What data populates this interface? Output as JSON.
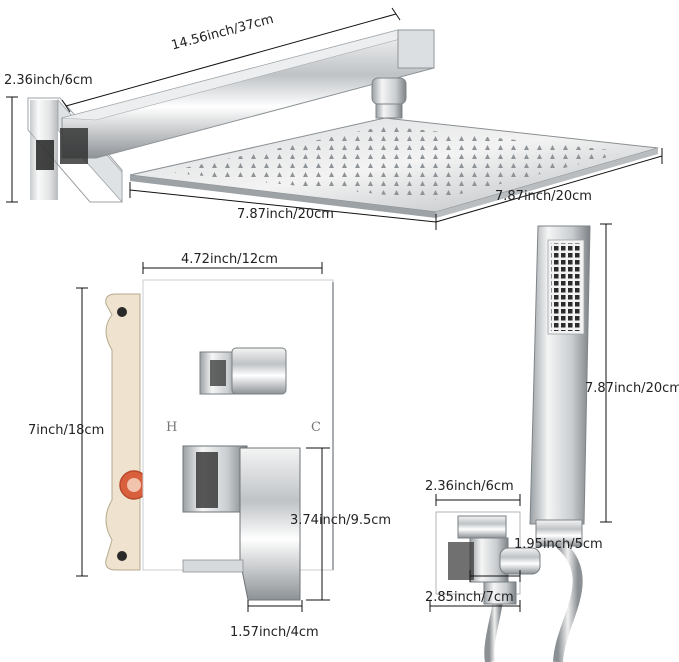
{
  "dimensions": {
    "arm_length": "14.56inch/37cm",
    "wall_plate_height": "2.36inch/6cm",
    "head_width": "7.87inch/20cm",
    "head_depth": "7.87inch/20cm",
    "valve_plate_width": "4.72inch/12cm",
    "valve_plate_height": "7inch/18cm",
    "handle_height": "3.74inch/9.5cm",
    "handle_width": "1.57inch/4cm",
    "handheld_length": "7.87inch/20cm",
    "holder_height": "2.36inch/6cm",
    "holder_width": "1.95inch/5cm",
    "holder_depth": "2.85inch/7cm"
  },
  "valve_marks": {
    "hot": "H",
    "cold": "C"
  }
}
